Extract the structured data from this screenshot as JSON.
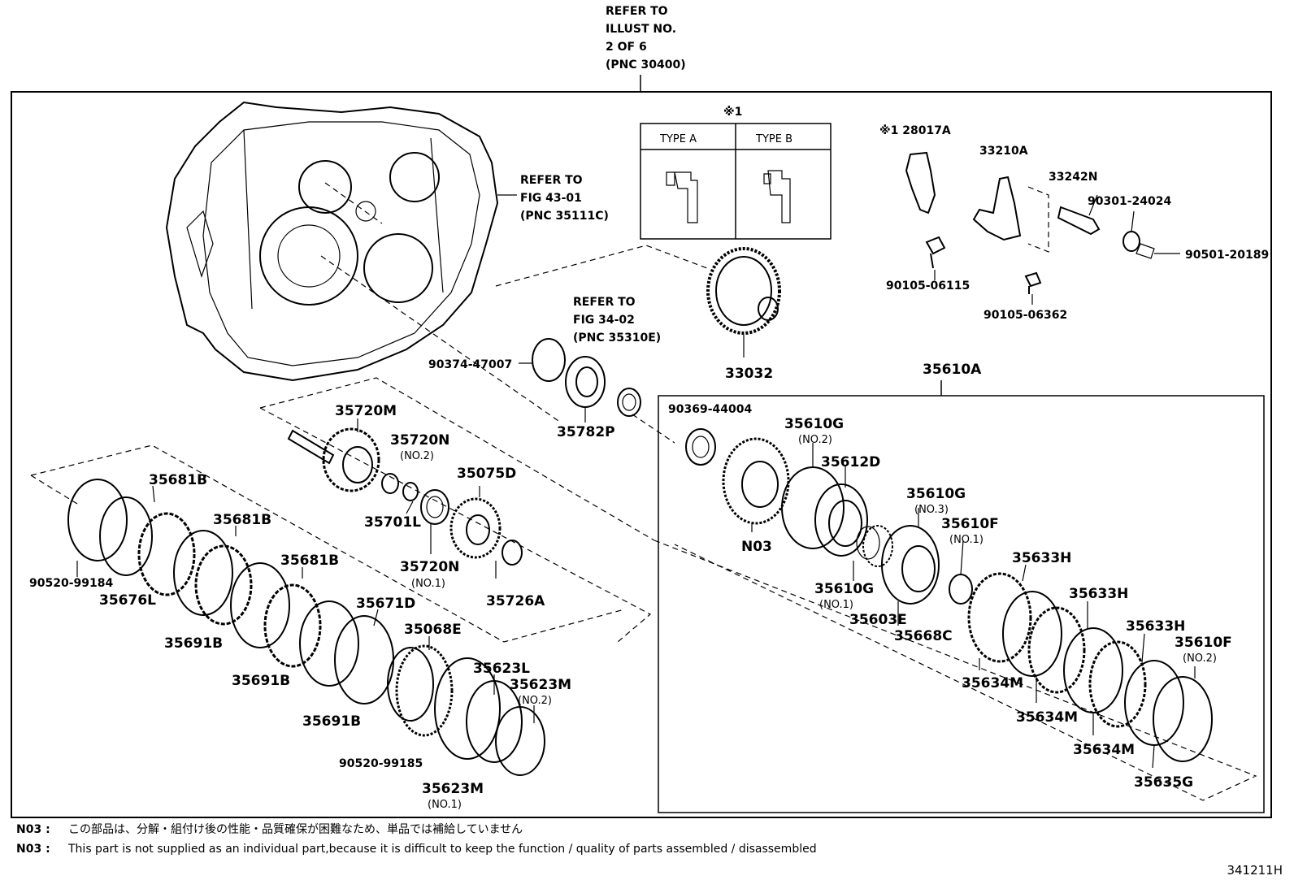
{
  "header_ref": [
    "REFER TO",
    "ILLUST NO.",
    "2 OF 6",
    "(PNC 30400)"
  ],
  "ref_fig43": [
    "REFER TO",
    "FIG 43-01",
    "(PNC 35111C)"
  ],
  "ref_fig34": [
    "REFER TO",
    "FIG 34-02",
    "(PNC 35310E)"
  ],
  "type_table": {
    "mark": "※1",
    "type_a": "TYPE A",
    "type_b": "TYPE B"
  },
  "parts": {
    "p28017A": "※1 28017A",
    "p33210A": "33210A",
    "p33242N": "33242N",
    "p90301": "90301-24024",
    "p90501": "90501-20189",
    "p90105a": "90105-06115",
    "p90105b": "90105-06362",
    "p33032": "33032",
    "p90374": "90374-47007",
    "p35782P": "35782P",
    "p35610A": "35610A",
    "p35720M": "35720M",
    "p35720N2": "35720N",
    "p35720N2_sub": "(NO.2)",
    "p35075D": "35075D",
    "p35701L": "35701L",
    "p35720N1": "35720N",
    "p35720N1_sub": "(NO.1)",
    "p35726A": "35726A",
    "p35681B_1": "35681B",
    "p35681B_2": "35681B",
    "p35681B_3": "35681B",
    "p90520a": "90520-99184",
    "p35676L": "35676L",
    "p35691B_1": "35691B",
    "p35691B_2": "35691B",
    "p35691B_3": "35691B",
    "p35671D": "35671D",
    "p35068E": "35068E",
    "p35623L": "35623L",
    "p35623M2": "35623M",
    "p35623M2_sub": "(NO.2)",
    "p35623M1": "35623M",
    "p35623M1_sub": "(NO.1)",
    "p90520b": "90520-99185",
    "p90369": "90369-44004",
    "p35610G2": "35610G",
    "p35610G2_sub": "(NO.2)",
    "p35612D": "35612D",
    "p35610G3": "35610G",
    "p35610G3_sub": "(NO.3)",
    "p35610F1": "35610F",
    "p35610F1_sub": "(NO.1)",
    "pN03": "N03",
    "p35610G1": "35610G",
    "p35610G1_sub": "(NO.1)",
    "p35603E": "35603E",
    "p35668C": "35668C",
    "p35633H_1": "35633H",
    "p35633H_2": "35633H",
    "p35633H_3": "35633H",
    "p35610F2": "35610F",
    "p35610F2_sub": "(NO.2)",
    "p35634M_1": "35634M",
    "p35634M_2": "35634M",
    "p35634M_3": "35634M",
    "p35635G": "35635G"
  },
  "notes": [
    {
      "key": "N03 :",
      "text": "この部品は、分解・組付け後の性能・品質確保が困難なため、単品では補給していません"
    },
    {
      "key": "N03 :",
      "text": "This part is not supplied as an individual part,because it is difficult to keep the function / quality of parts assembled / disassembled"
    }
  ],
  "figure_number": "341211H"
}
